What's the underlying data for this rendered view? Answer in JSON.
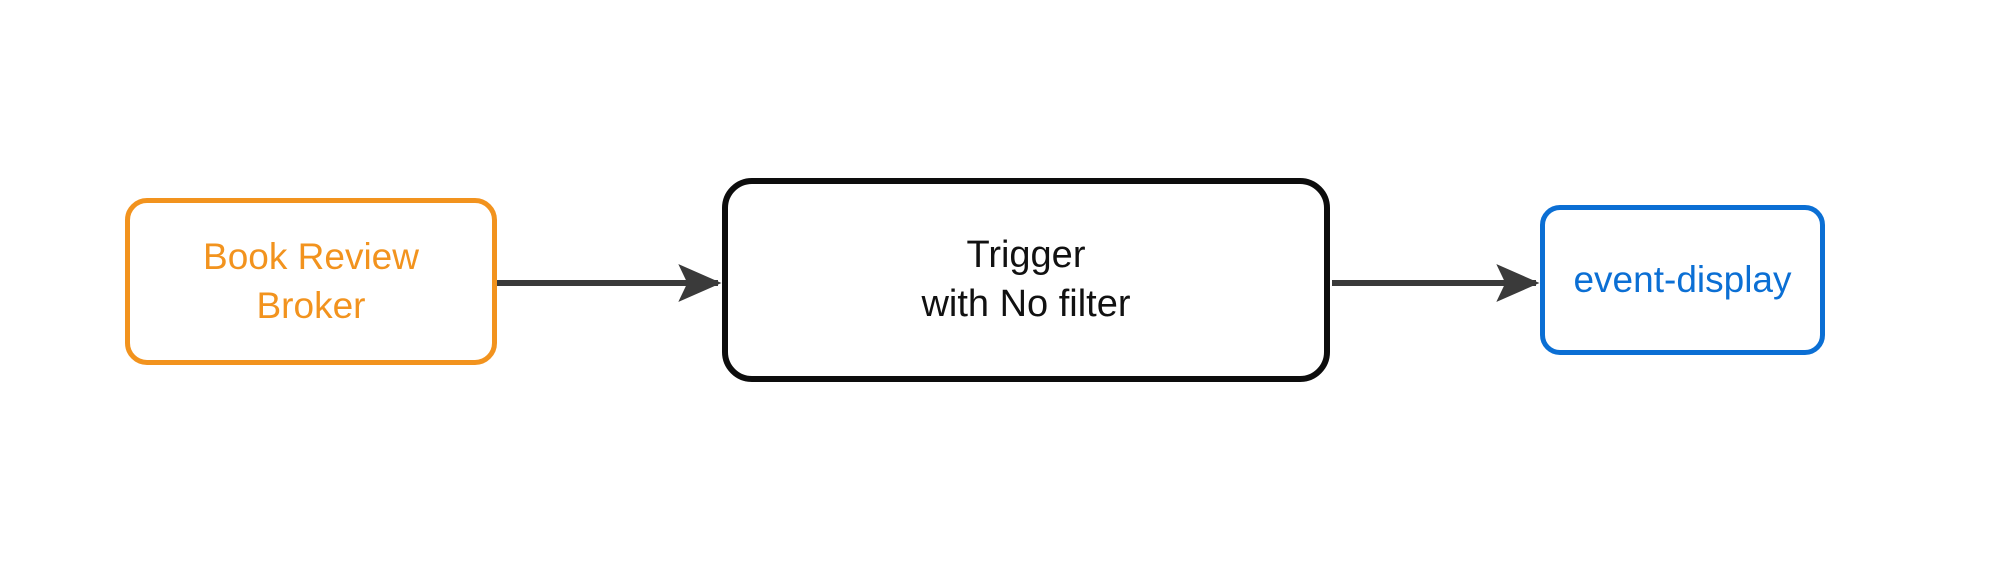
{
  "diagram": {
    "type": "flow-diagram",
    "orientation": "left-to-right",
    "background_color": "#ffffff",
    "nodes": [
      {
        "id": "broker",
        "label": "Book Review\nBroker",
        "role": "source",
        "shape": "rounded-rectangle",
        "border_color": "#F2931E",
        "text_color": "#F2931E",
        "fill_color": "#ffffff"
      },
      {
        "id": "trigger",
        "label": "Trigger\nwith No filter",
        "role": "processor",
        "shape": "rounded-rectangle",
        "border_color": "#0d0d0d",
        "text_color": "#111111",
        "fill_color": "#ffffff"
      },
      {
        "id": "event-display",
        "label": "event-display",
        "role": "sink",
        "shape": "rounded-rectangle",
        "border_color": "#0B6FD4",
        "text_color": "#0B6FD4",
        "fill_color": "#ffffff"
      }
    ],
    "edges": [
      {
        "id": "edge-broker-trigger",
        "from": "broker",
        "to": "trigger",
        "label": "",
        "color": "#3A3A3A",
        "arrowhead": "filled-triangle"
      },
      {
        "id": "edge-trigger-event-display",
        "from": "trigger",
        "to": "event-display",
        "label": "",
        "color": "#3A3A3A",
        "arrowhead": "filled-triangle"
      }
    ]
  }
}
